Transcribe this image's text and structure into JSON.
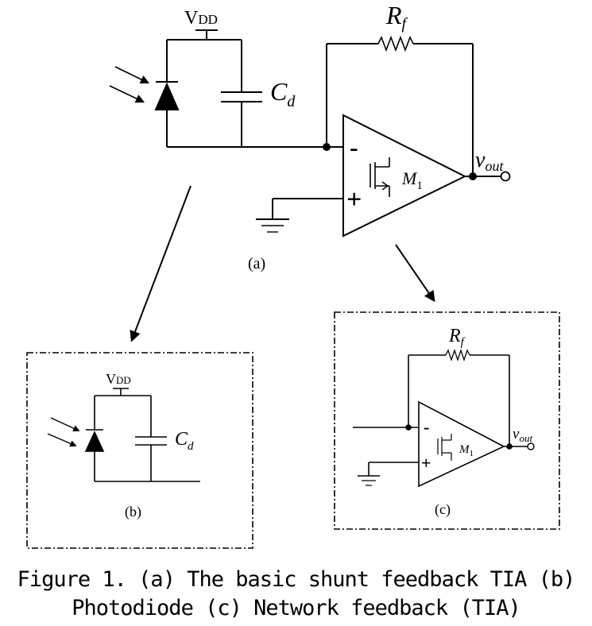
{
  "figure": {
    "caption_line1": "Figure 1. (a) The basic shunt feedback TIA (b)",
    "caption_line2": "Photodiode (c) Network feedback (TIA)"
  },
  "panel_a": {
    "label": "(a)",
    "supply_label": "VDD",
    "feedback_resistor": "Rf",
    "capacitor_label": "Cd",
    "transistor_label": "M1",
    "output_label": "vout",
    "minus_sign": "-",
    "plus_sign": "+"
  },
  "panel_b": {
    "label": "(b)",
    "supply_label": "VDD",
    "capacitor_label": "Cd"
  },
  "panel_c": {
    "label": "(c)",
    "feedback_resistor": "Rf",
    "transistor_label": "M1",
    "output_label": "vout",
    "minus_sign": "-",
    "plus_sign": "+"
  }
}
